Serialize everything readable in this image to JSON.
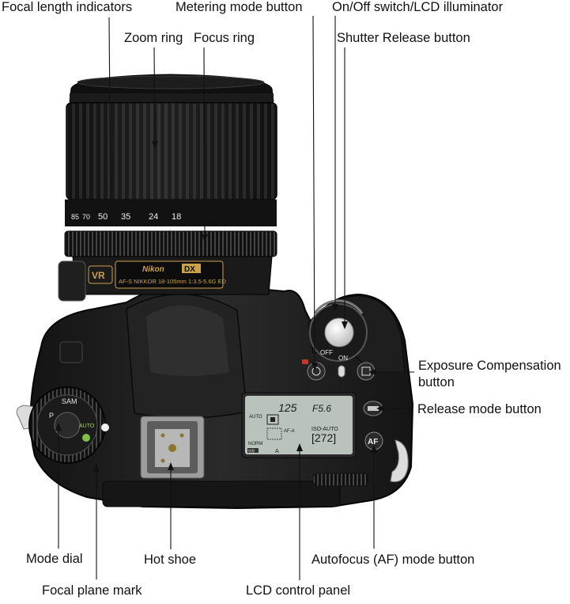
{
  "lens": {
    "brand": "Nikon",
    "format_badge": "DX",
    "model_text": "AF-S NIKKOR 18-105mm 1:3.5-5.6G ED",
    "vr_badge": "VR",
    "focal_marks": [
      "85",
      "70",
      "50",
      "35",
      "24",
      "18"
    ]
  },
  "top_controls": {
    "power_off": "OFF",
    "power_on": "ON",
    "af_button": "AF",
    "mode_dial_auto": "AUTO"
  },
  "lcd": {
    "shutter": "125",
    "aperture": "F5.6",
    "iso_label": "ISO-AUTO",
    "shots_remaining": "[272]",
    "quality": "NORM",
    "wb": "WB",
    "wb_mode": "A",
    "af_area": "AF-A",
    "auto_label": "AUTO"
  },
  "callouts": {
    "focal_length_indicators": "Focal length indicators",
    "metering_mode_button": "Metering mode button",
    "on_off_switch": "On/Off switch/LCD illuminator",
    "zoom_ring": "Zoom ring",
    "focus_ring": "Focus ring",
    "shutter_release_button": "Shutter Release button",
    "exposure_compensation_line1": "Exposure Compensation",
    "exposure_compensation_line2": "button",
    "release_mode_button": "Release mode button",
    "mode_dial": "Mode dial",
    "hot_shoe": "Hot shoe",
    "autofocus_mode_button": "Autofocus (AF) mode button",
    "focal_plane_mark": "Focal plane mark",
    "lcd_control_panel": "LCD control panel"
  },
  "colors": {
    "body": "#1c1c1c",
    "body_highlight": "#3a3a3a",
    "lcd_bg": "#b9c3bb",
    "lcd_text": "#1a1a1a",
    "gold": "#c9a24a",
    "leader_line": "#111111"
  }
}
